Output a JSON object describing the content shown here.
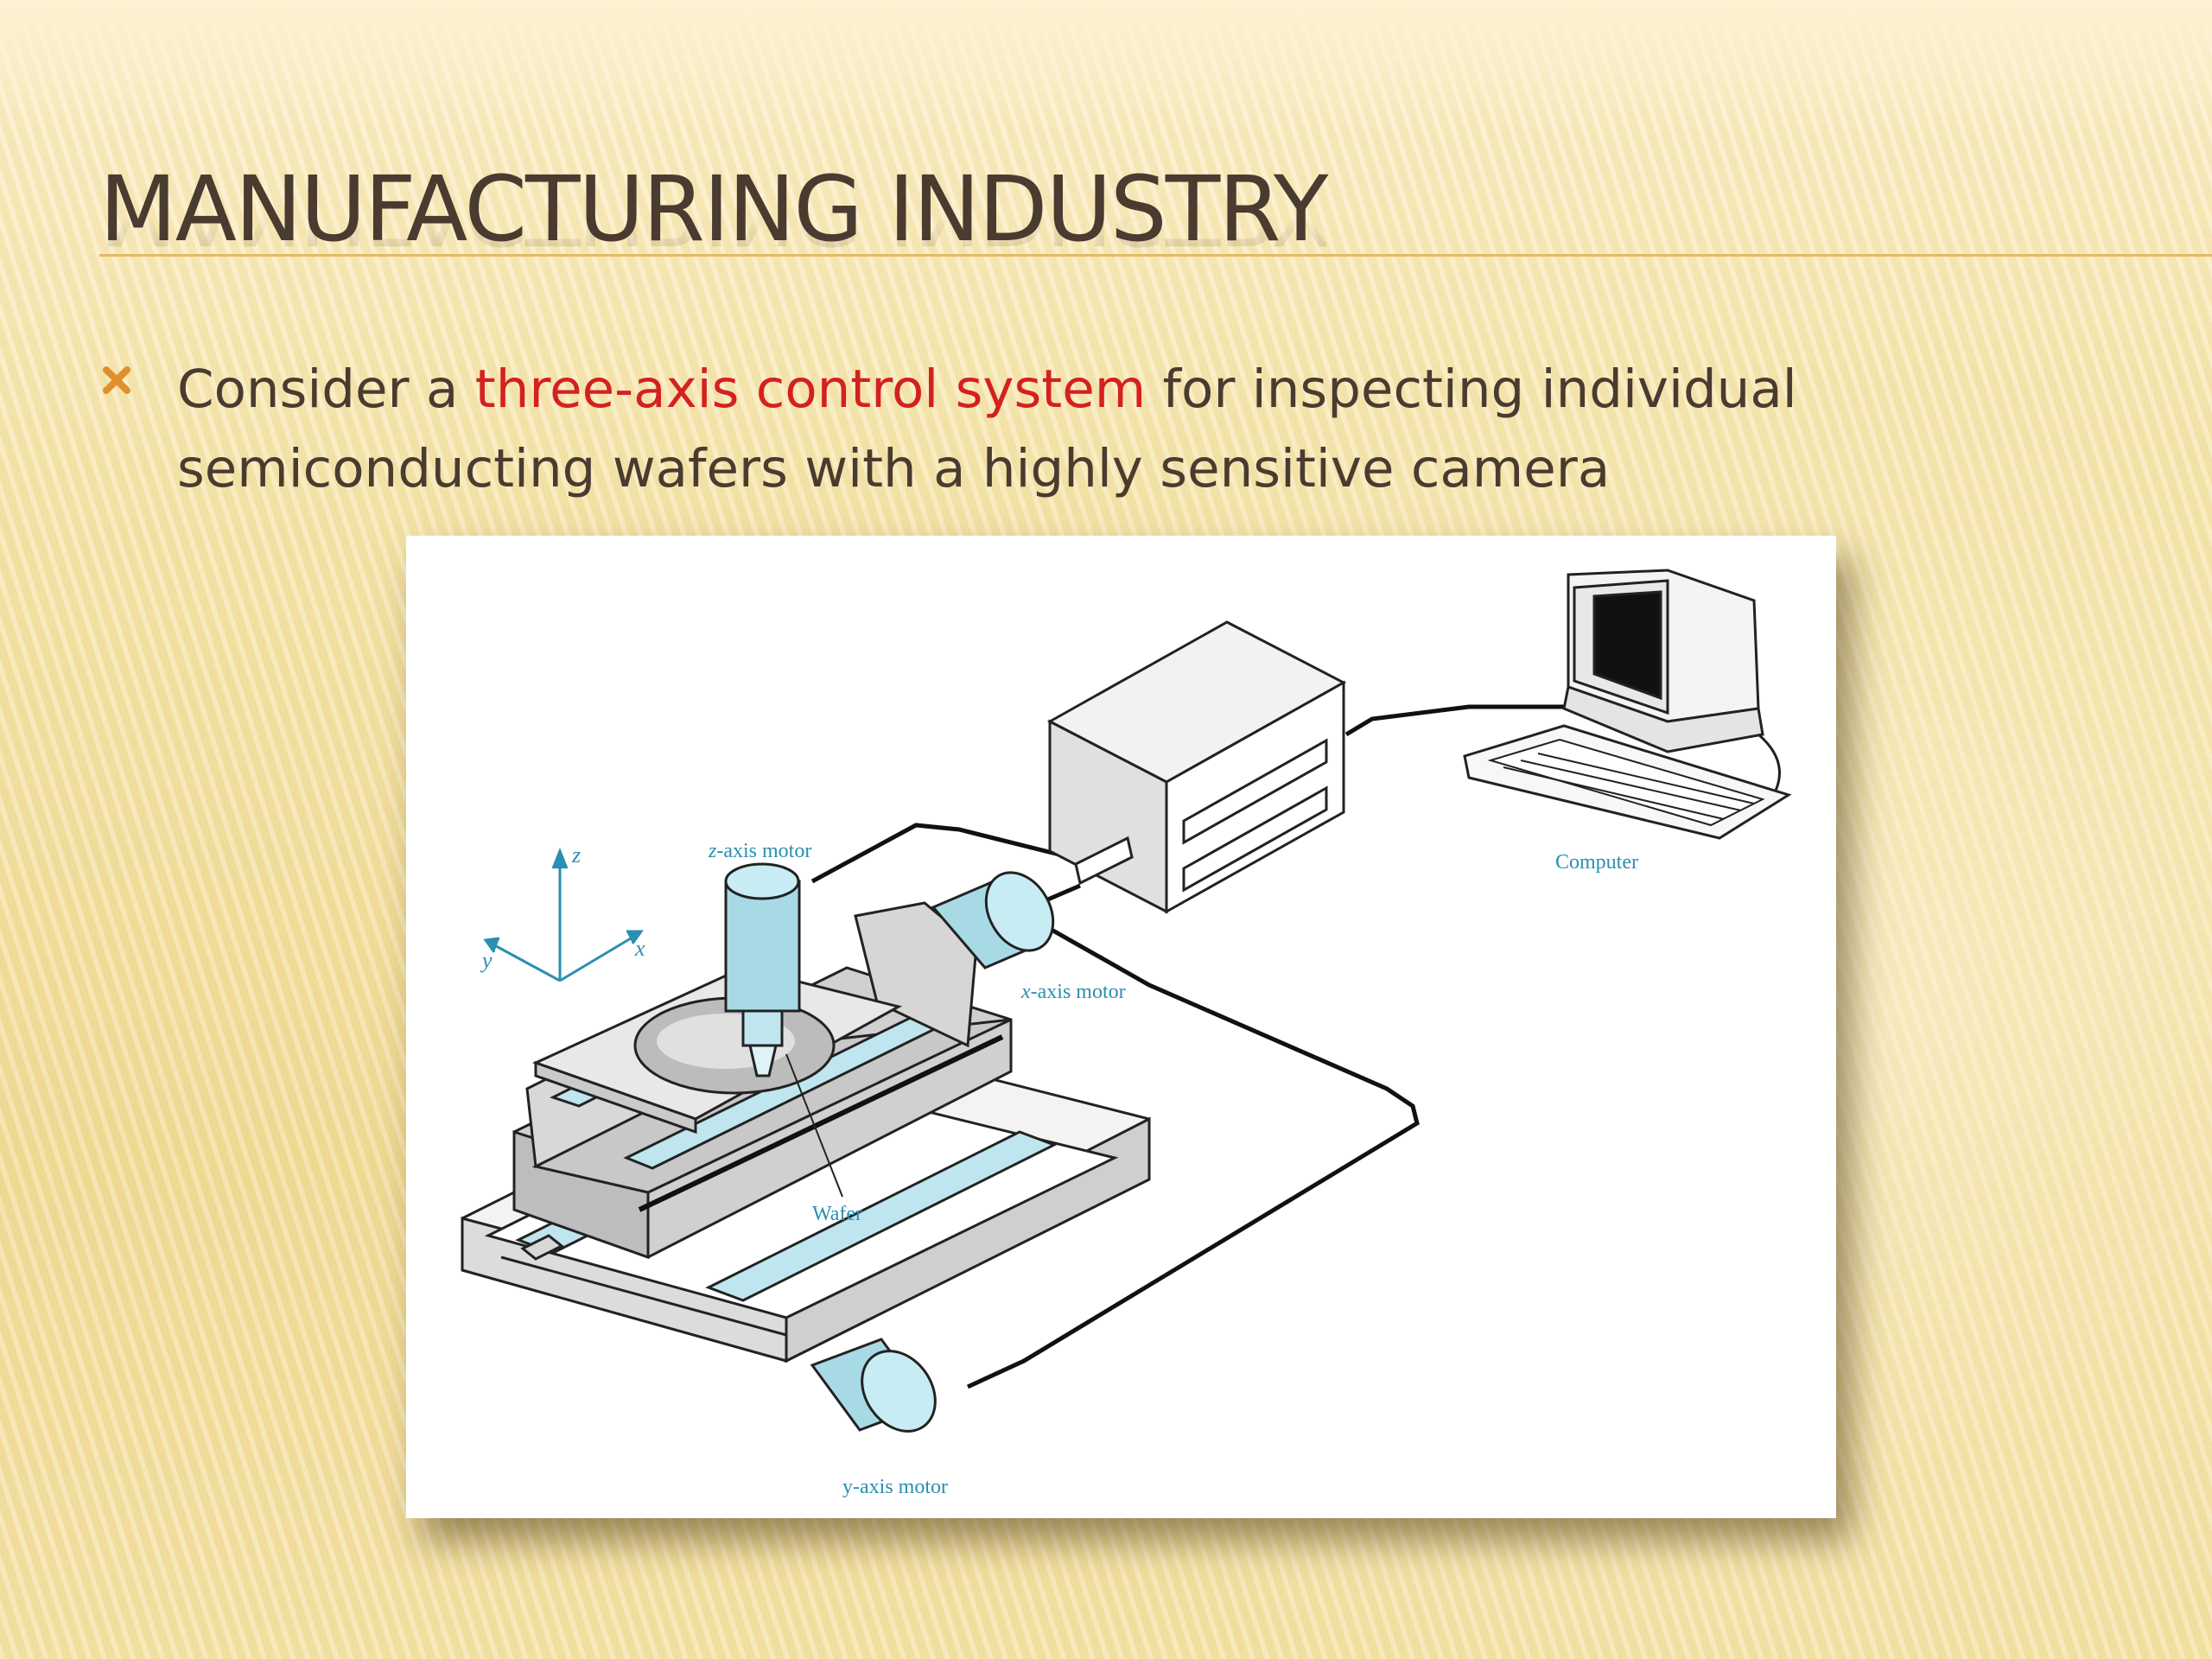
{
  "slide": {
    "title": "MANUFACTURING INDUSTRY",
    "bullet": {
      "text_before": "Consider a ",
      "highlight": "three-axis control system",
      "text_after": " for inspecting individual semiconducting wafers with a highly sensitive camera"
    }
  },
  "diagram": {
    "labels": {
      "z_motor": "z-axis motor",
      "x_motor": "x-axis motor",
      "y_motor": "y-axis motor",
      "wafer": "Wafer",
      "computer": "Computer",
      "axis_z": "z",
      "axis_x": "x",
      "axis_y": "y"
    }
  },
  "colors": {
    "title": "#4a3b30",
    "highlight": "#d42020",
    "bullet": "#e0902a",
    "diagram_labels": "#2a8fb0",
    "rule": "#e4b968"
  }
}
